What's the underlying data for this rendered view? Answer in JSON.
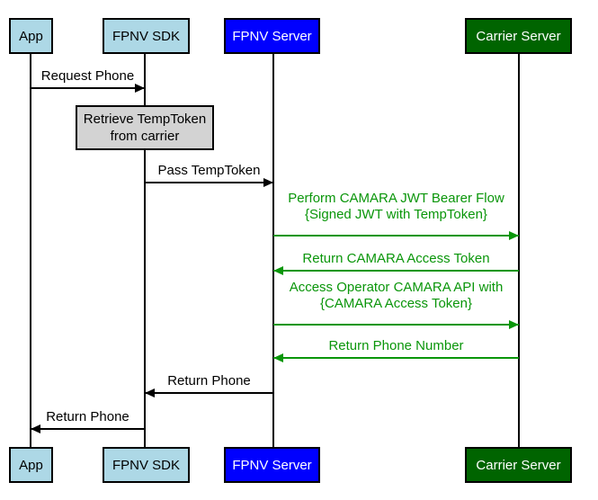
{
  "diagram": {
    "type": "sequence-diagram",
    "actors": [
      {
        "id": "app",
        "label": "App"
      },
      {
        "id": "fpnv-sdk",
        "label": "FPNV SDK"
      },
      {
        "id": "fpnv-server",
        "label": "FPNV Server"
      },
      {
        "id": "carrier-server",
        "label": "Carrier Server"
      }
    ],
    "note": {
      "attached_to": "fpnv-sdk",
      "lines": [
        "Retrieve TempToken",
        "from carrier"
      ]
    },
    "messages": [
      {
        "from": "App",
        "to": "FPNV SDK",
        "direction": "right",
        "color": "black",
        "lines": [
          "Request Phone"
        ]
      },
      {
        "from": "FPNV SDK",
        "to": "FPNV Server",
        "direction": "right",
        "color": "black",
        "lines": [
          "Pass TempToken"
        ]
      },
      {
        "from": "FPNV Server",
        "to": "Carrier Server",
        "direction": "right",
        "color": "green",
        "lines": [
          "Perform CAMARA JWT Bearer Flow",
          "{Signed JWT with TempToken}"
        ]
      },
      {
        "from": "Carrier Server",
        "to": "FPNV Server",
        "direction": "left",
        "color": "green",
        "lines": [
          "Return CAMARA Access Token"
        ]
      },
      {
        "from": "FPNV Server",
        "to": "Carrier Server",
        "direction": "right",
        "color": "green",
        "lines": [
          "Access Operator CAMARA API with",
          "{CAMARA Access Token}"
        ]
      },
      {
        "from": "Carrier Server",
        "to": "FPNV Server",
        "direction": "left",
        "color": "green",
        "lines": [
          "Return Phone Number"
        ]
      },
      {
        "from": "FPNV Server",
        "to": "FPNV SDK",
        "direction": "left",
        "color": "black",
        "lines": [
          "Return Phone"
        ]
      },
      {
        "from": "FPNV SDK",
        "to": "App",
        "direction": "left",
        "color": "black",
        "lines": [
          "Return Phone"
        ]
      }
    ],
    "colors": {
      "actor_light_blue": "#add8e6",
      "actor_blue": "#0000fe",
      "actor_dark_green": "#006400",
      "note_gray": "#d3d3d3",
      "message_green": "#0a960a",
      "message_black": "#000000",
      "border_black": "#000000",
      "background": "#ffffff"
    }
  }
}
